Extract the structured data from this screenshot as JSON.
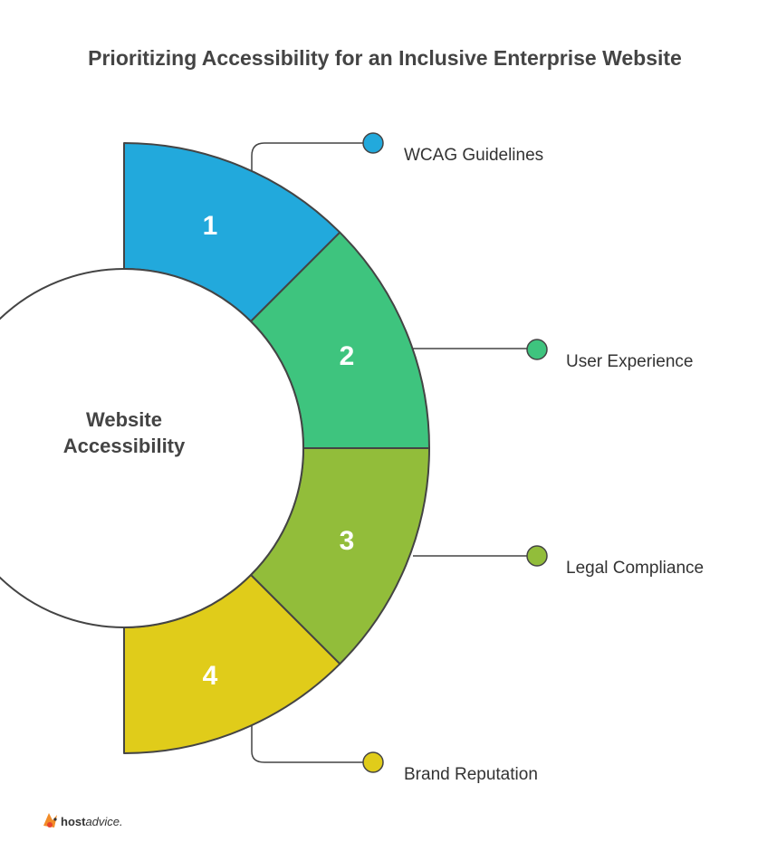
{
  "title": "Prioritizing Accessibility for an Inclusive Enterprise Website",
  "center": {
    "line1": "Website",
    "line2": "Accessibility"
  },
  "segments": [
    {
      "number": "1",
      "label": "WCAG Guidelines",
      "color": "#22a9dc"
    },
    {
      "number": "2",
      "label": "User Experience",
      "color": "#3ec47e"
    },
    {
      "number": "3",
      "label": "Legal Compliance",
      "color": "#92bd3a"
    },
    {
      "number": "4",
      "label": "Brand Reputation",
      "color": "#e0cc1a"
    }
  ],
  "brand": {
    "bold": "host",
    "light": "advice."
  }
}
